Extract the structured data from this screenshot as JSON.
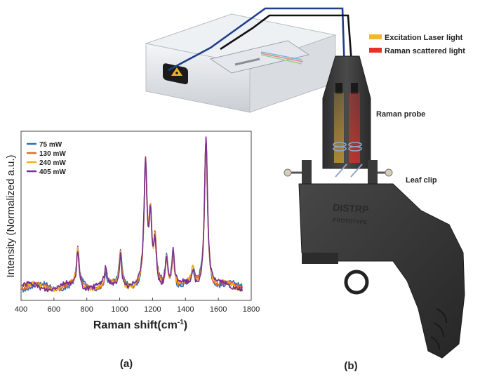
{
  "panel_a": {
    "label": "(a)",
    "chart_data": {
      "type": "line",
      "xlabel": "Raman shift(cm",
      "xlabel_sup": "-1",
      "xlabel_close": ")",
      "ylabel": "Intensity (Normalized a.u.)",
      "xlim": [
        400,
        1800
      ],
      "ylim": [
        0,
        1
      ],
      "x_ticks": [
        "400",
        "600",
        "800",
        "1000",
        "1200",
        "1400",
        "1600",
        "1800"
      ],
      "grid": false,
      "legend_position": "top-left",
      "series": [
        {
          "name": "75 mW",
          "color": "#2e6fb5"
        },
        {
          "name": "130 mW",
          "color": "#e06b2a"
        },
        {
          "name": "240 mW",
          "color": "#f0b020"
        },
        {
          "name": "405 mW",
          "color": "#7a2e8f"
        }
      ],
      "peaks": [
        {
          "x": 745,
          "y": 0.28
        },
        {
          "x": 915,
          "y": 0.15
        },
        {
          "x": 1005,
          "y": 0.26
        },
        {
          "x": 1157,
          "y": 0.8
        },
        {
          "x": 1187,
          "y": 0.45
        },
        {
          "x": 1215,
          "y": 0.32
        },
        {
          "x": 1285,
          "y": 0.23
        },
        {
          "x": 1325,
          "y": 0.26
        },
        {
          "x": 1445,
          "y": 0.15
        },
        {
          "x": 1525,
          "y": 1.0
        }
      ]
    }
  },
  "panel_b": {
    "label": "(b)",
    "legend": [
      {
        "label": "Excitation Laser light",
        "color": "#f5b531"
      },
      {
        "label": "Raman scattered light",
        "color": "#e8302a"
      }
    ],
    "probe_label": "Raman probe",
    "clip_label": "Leaf clip",
    "device_text_1": "DISTRP",
    "device_text_2": "PROTOTYPE",
    "colors": {
      "fiber_blue": "#1f3f8a",
      "fiber_black": "#111111",
      "device": "#3a3a3a"
    }
  }
}
